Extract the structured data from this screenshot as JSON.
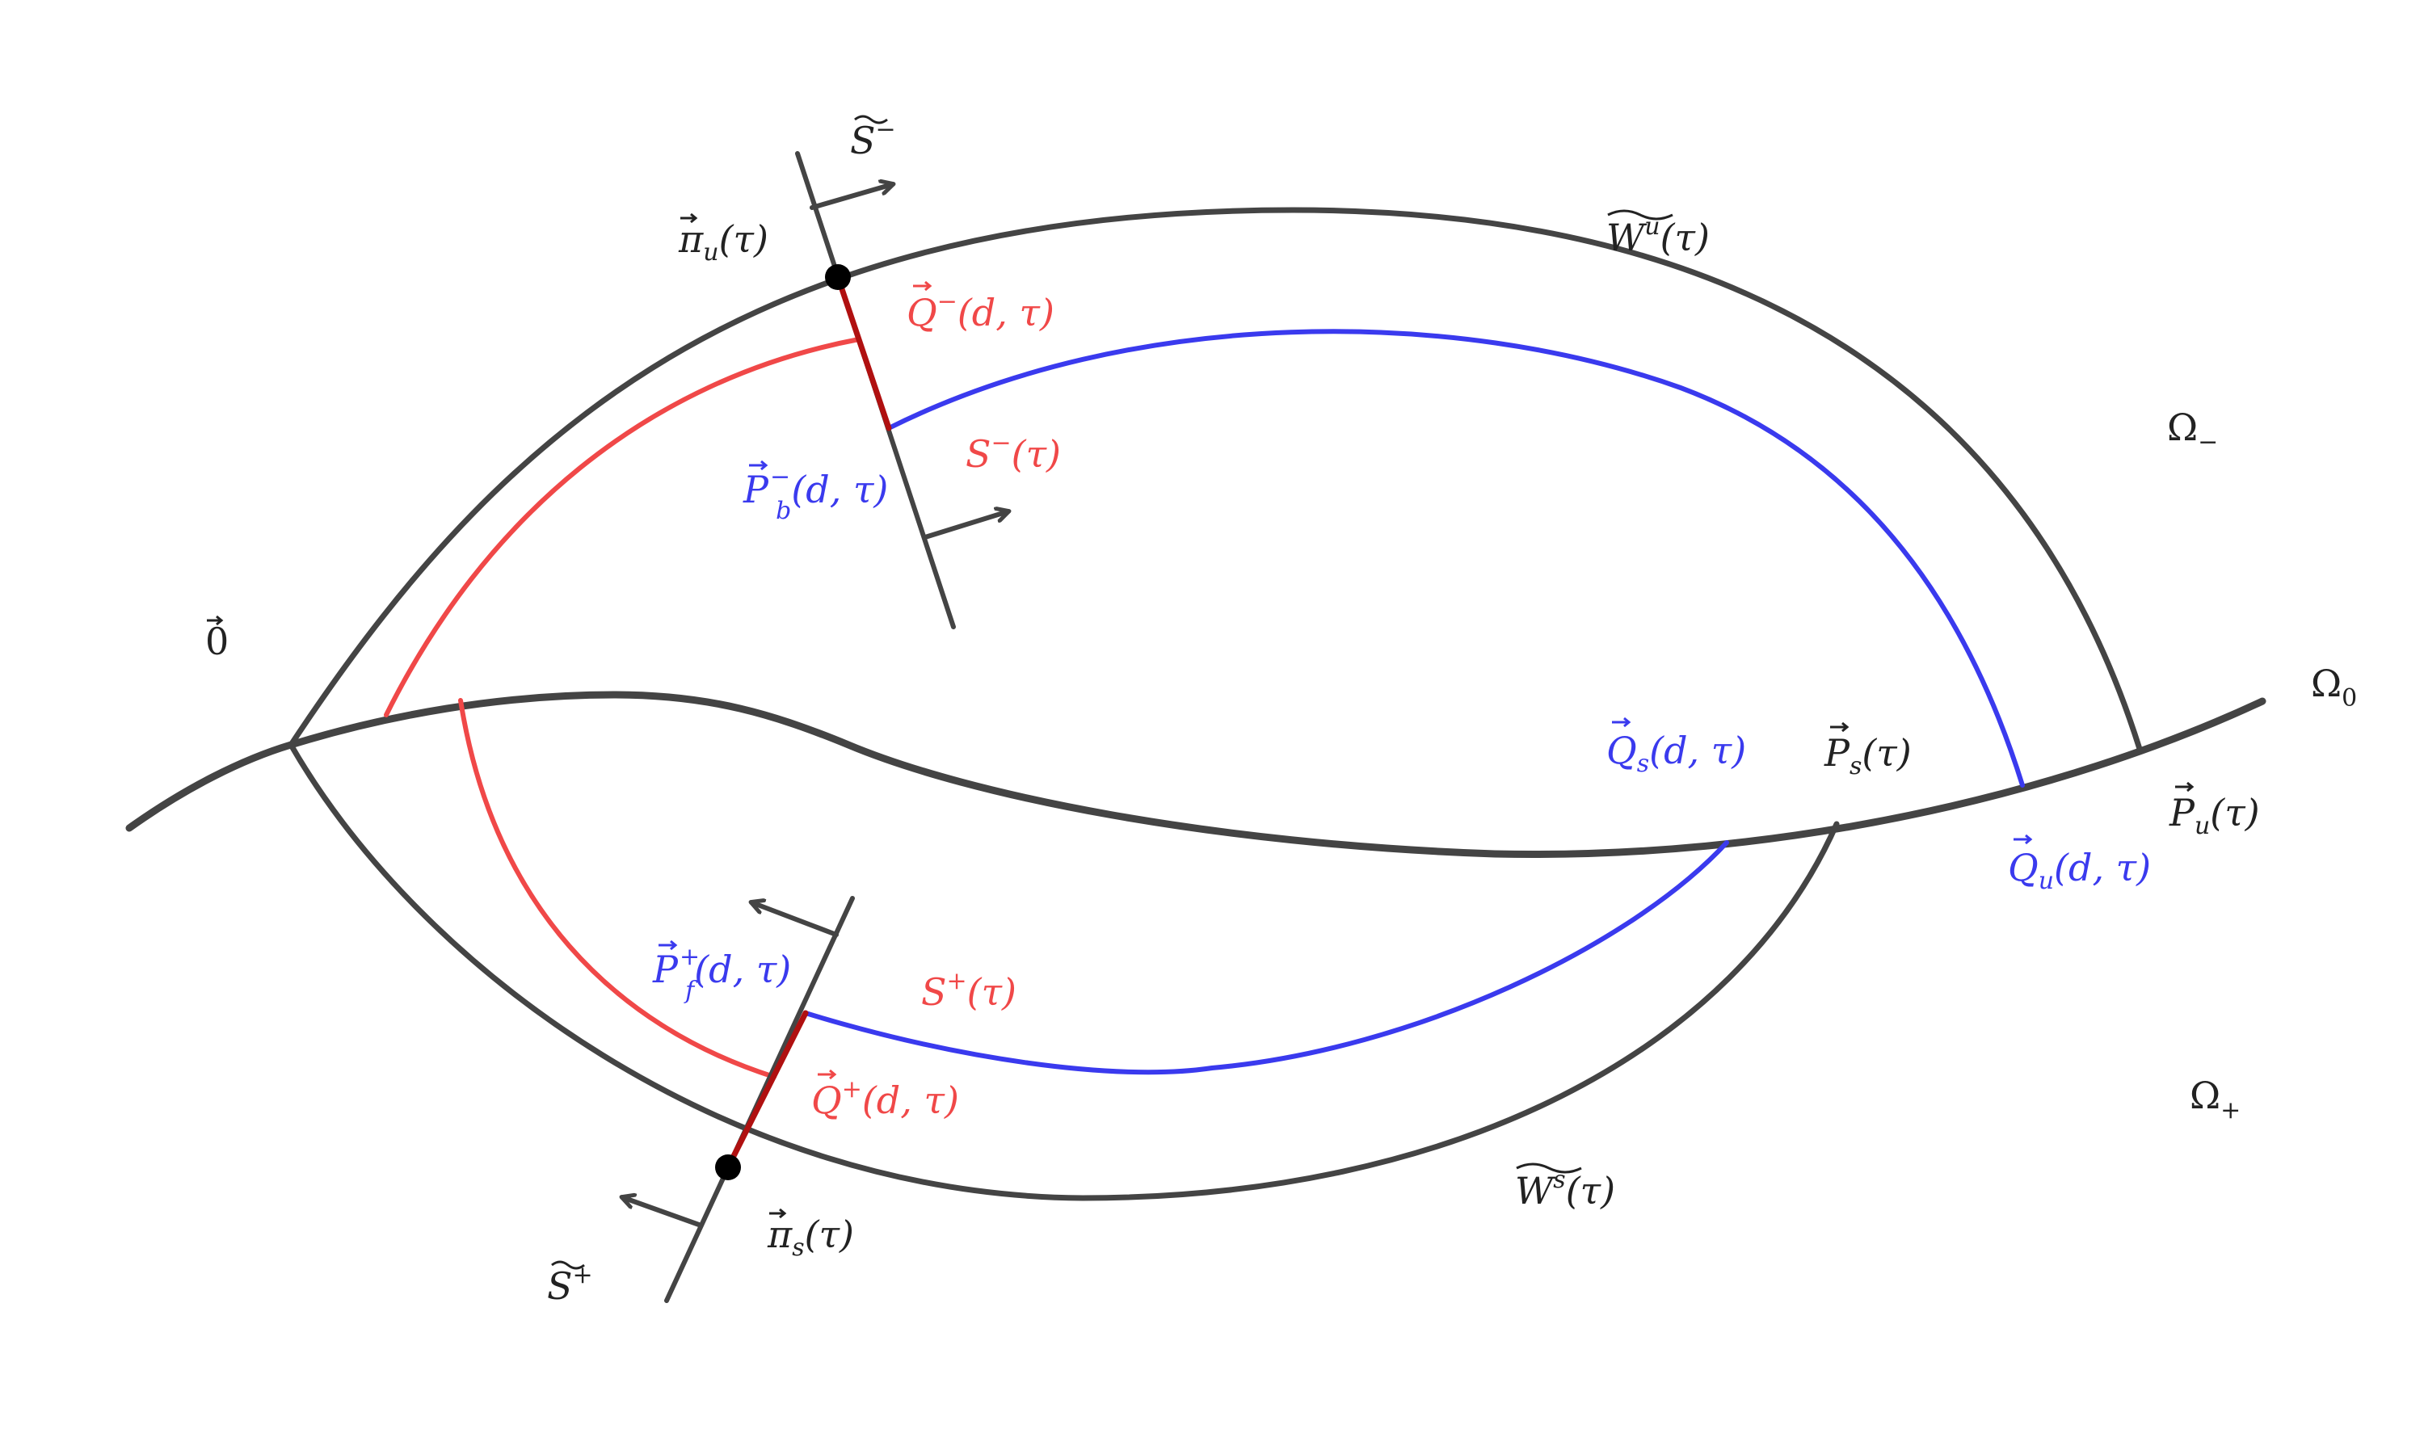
{
  "colors": {
    "ink": "#444444",
    "red": "#f04848",
    "dark_red": "#b01010",
    "blue": "#3a3aee",
    "dot": "#000000"
  },
  "labels": {
    "zero": "0",
    "omega_0": {
      "base": "Ω",
      "sub": "0"
    },
    "omega_minus": {
      "base": "Ω",
      "sub": "−"
    },
    "omega_plus": {
      "base": "Ω",
      "sub": "+"
    },
    "W_u": {
      "base": "W",
      "sup": "u",
      "arg": "(τ)"
    },
    "W_s": {
      "base": "W",
      "sup": "s",
      "arg": "(τ)"
    },
    "S_tilde_minus": {
      "base": "S",
      "sup": "−"
    },
    "S_tilde_plus": {
      "base": "S",
      "sup": "+"
    },
    "pi_u": {
      "base": "π",
      "sub": "u",
      "arg": "(τ)"
    },
    "pi_s": {
      "base": "π",
      "sub": "s",
      "arg": "(τ)"
    },
    "Q_minus": {
      "base": "Q",
      "sup": "−",
      "arg": "(d, τ)"
    },
    "Q_plus": {
      "base": "Q",
      "sup": "+",
      "arg": "(d, τ)"
    },
    "S_minus": {
      "base": "S",
      "sup": "−",
      "arg": "(τ)"
    },
    "S_plus": {
      "base": "S",
      "sup": "+",
      "arg": "(τ)"
    },
    "P_b_minus": {
      "base": "P",
      "sub": "b",
      "sup": "−",
      "arg": "(d, τ)"
    },
    "P_f_plus": {
      "base": "P",
      "sub": "f",
      "sup": "+",
      "arg": "(d, τ)"
    },
    "Q_s": {
      "base": "Q",
      "sub": "s",
      "arg": "(d, τ)"
    },
    "Q_u": {
      "base": "Q",
      "sub": "u",
      "arg": "(d, τ)"
    },
    "P_s": {
      "base": "P",
      "sub": "s",
      "arg": "(τ)"
    },
    "P_u": {
      "base": "P",
      "sub": "u",
      "arg": "(τ)"
    }
  }
}
